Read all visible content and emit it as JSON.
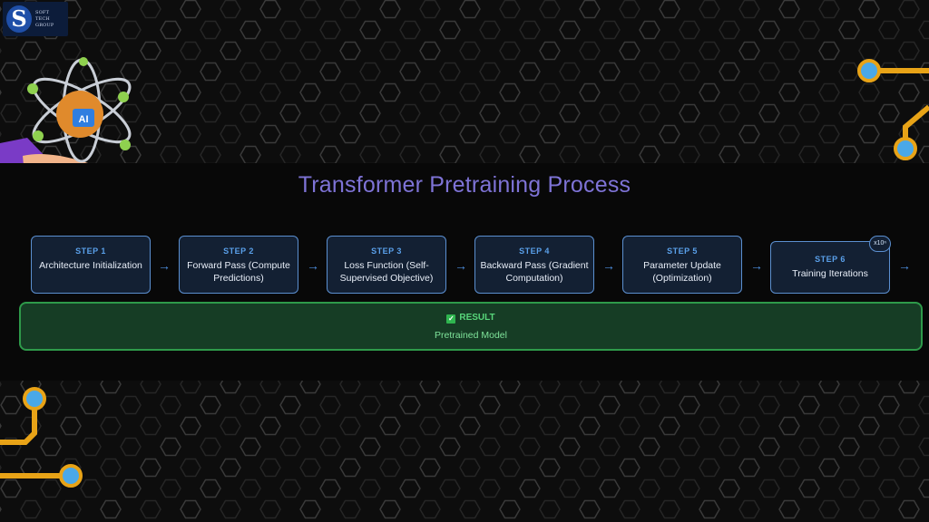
{
  "logo": {
    "mark": "S",
    "text": "SOFT TECH GROUP"
  },
  "title": "Transformer Pretraining Process",
  "steps": [
    {
      "number": "STEP 1",
      "label": "Architecture Initialization"
    },
    {
      "number": "STEP 2",
      "label": "Forward Pass (Compute Predictions)"
    },
    {
      "number": "STEP 3",
      "label": "Loss Function (Self-Supervised Objective)"
    },
    {
      "number": "STEP 4",
      "label": "Backward Pass (Gradient Computation)"
    },
    {
      "number": "STEP 5",
      "label": "Parameter Update (Optimization)"
    },
    {
      "number": "STEP 6",
      "label": "Training Iterations",
      "badge": "x10ⁿ"
    }
  ],
  "arrow": "→",
  "result": {
    "check": "✓",
    "heading": "RESULT",
    "label": "Pretrained Model"
  },
  "illustration": {
    "chip_label": "AI"
  },
  "colors": {
    "title": "#7e73d6",
    "step_border": "#5b8fd0",
    "step_number": "#5aa0ea",
    "result_border": "#2e9a4a",
    "result_text": "#7fe39a",
    "circuit": "#e8a317"
  }
}
